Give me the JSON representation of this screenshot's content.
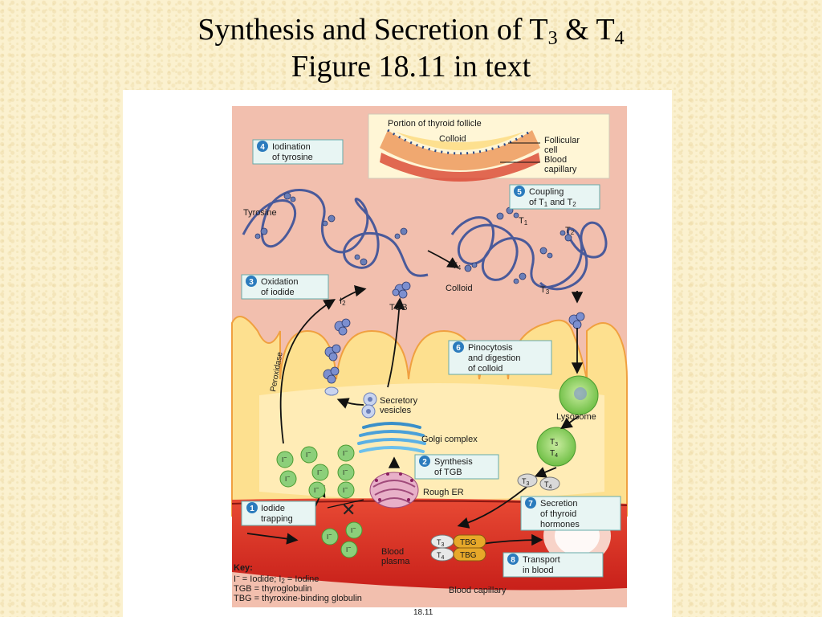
{
  "slide": {
    "title_part1": "Synthesis and Secretion of T",
    "title_sub1": "3",
    "title_mid": " & T",
    "title_sub2": "4",
    "title_line2": "Figure 18.11 in text"
  },
  "figure": {
    "inset": {
      "title": "Portion of thyroid follicle",
      "colloid": "Colloid",
      "follicular_cell_1": "Follicular",
      "follicular_cell_2": "cell",
      "blood_capillary_1": "Blood",
      "blood_capillary_2": "capillary"
    },
    "steps": [
      {
        "num": "1",
        "line1": "Iodide",
        "line2": "trapping"
      },
      {
        "num": "2",
        "line1": "Synthesis",
        "line2": "of TGB"
      },
      {
        "num": "3",
        "line1": "Oxidation",
        "line2": "of iodide"
      },
      {
        "num": "4",
        "line1": "Iodination",
        "line2": "of tyrosine"
      },
      {
        "num": "5",
        "line1": "Coupling",
        "line2": "of T",
        "line2_sub1": "1",
        "line2_mid": " and T",
        "line2_sub2": "2"
      },
      {
        "num": "6",
        "line1": "Pinocytosis",
        "line2": "and digestion",
        "line3": "of colloid"
      },
      {
        "num": "7",
        "line1": "Secretion",
        "line2": "of thyroid",
        "line3": "hormones"
      },
      {
        "num": "8",
        "line1": "Transport",
        "line2": "in blood"
      }
    ],
    "labels": {
      "tyrosine": "Tyrosine",
      "t1": "T",
      "t1_sub": "1",
      "t2": "T",
      "t2_sub": "2",
      "t3": "T",
      "t3_sub": "3",
      "t4": "T",
      "t4_sub": "4",
      "colloid": "Colloid",
      "tgb": "TGB",
      "i2": "I",
      "i2_sub": "2",
      "peroxidase": "Peroxidase",
      "secretory_vesicles_1": "Secretory",
      "secretory_vesicles_2": "vesicles",
      "golgi_complex": "Golgi complex",
      "rough_er": "Rough ER",
      "lysosome": "Lysosome",
      "blood_plasma_1": "Blood",
      "blood_plasma_2": "plasma",
      "blood_capillary": "Blood capillary",
      "tbg": "TBG",
      "iodide_ion": "I",
      "iodide_sup": "−",
      "figure_number": "18.11"
    },
    "key": {
      "heading": "Key:",
      "line1_a": "I",
      "line1_sup": "−",
      "line1_b": " = Iodide; I",
      "line1_sub": "2",
      "line1_c": " = Iodine",
      "line2": "TGB = thyroglobulin",
      "line3": "TBG = thyroxine-binding globulin"
    },
    "colors": {
      "lumen": "#f2bfae",
      "cell": "#fde08f",
      "blood": "#d92c25",
      "step_box": "#e8f5f3",
      "step_circle": "#2b7bbd",
      "iodide": "#8ccf7a",
      "chain": "#4a5a9a"
    }
  }
}
